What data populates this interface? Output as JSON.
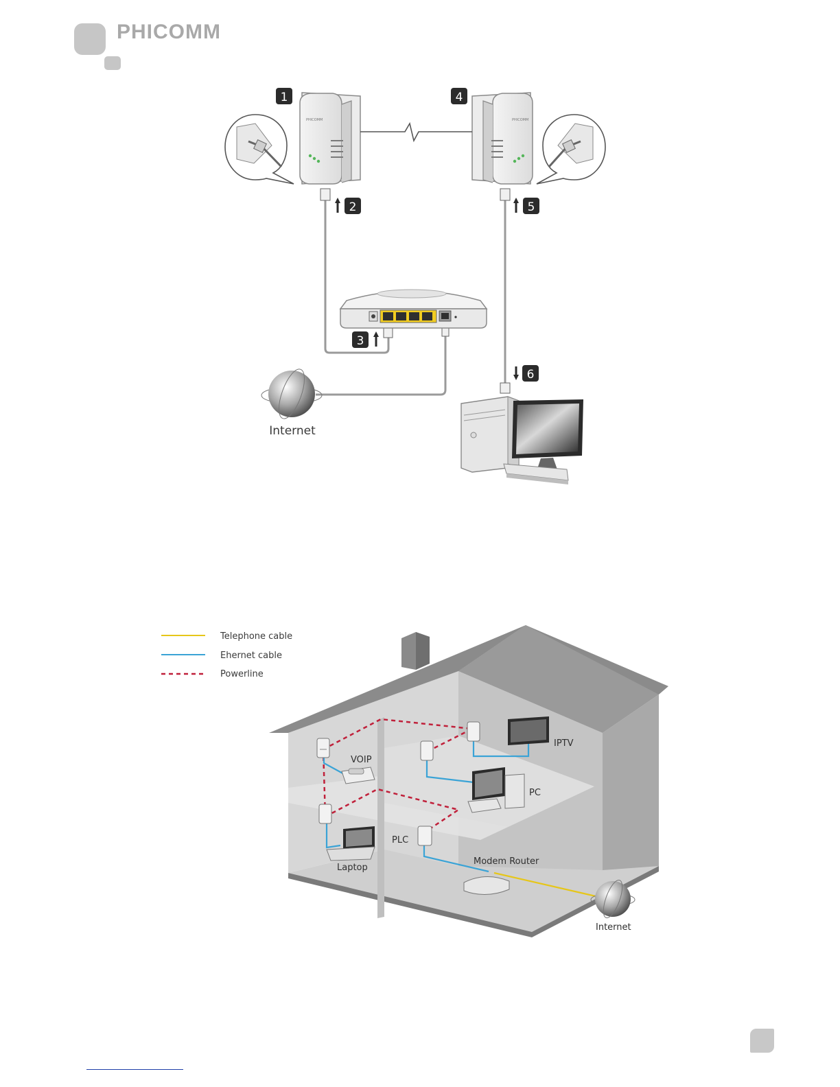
{
  "brand": {
    "name": "PHICOMM"
  },
  "setup_diagram": {
    "steps": [
      "1",
      "2",
      "3",
      "4",
      "5",
      "6"
    ],
    "internet_label": "Internet"
  },
  "home_diagram": {
    "legend": [
      {
        "label": "Telephone cable",
        "color": "#e6c619",
        "style": "solid"
      },
      {
        "label": "Ehernet cable",
        "color": "#3aa3d6",
        "style": "solid"
      },
      {
        "label": "Powerline",
        "color": "#c0203a",
        "style": "dashed"
      }
    ],
    "labels": {
      "voip": "VOIP",
      "iptv": "IPTV",
      "pc": "PC",
      "plc": "PLC",
      "laptop": "Laptop",
      "modem_router": "Modem Router",
      "internet": "Internet"
    }
  }
}
